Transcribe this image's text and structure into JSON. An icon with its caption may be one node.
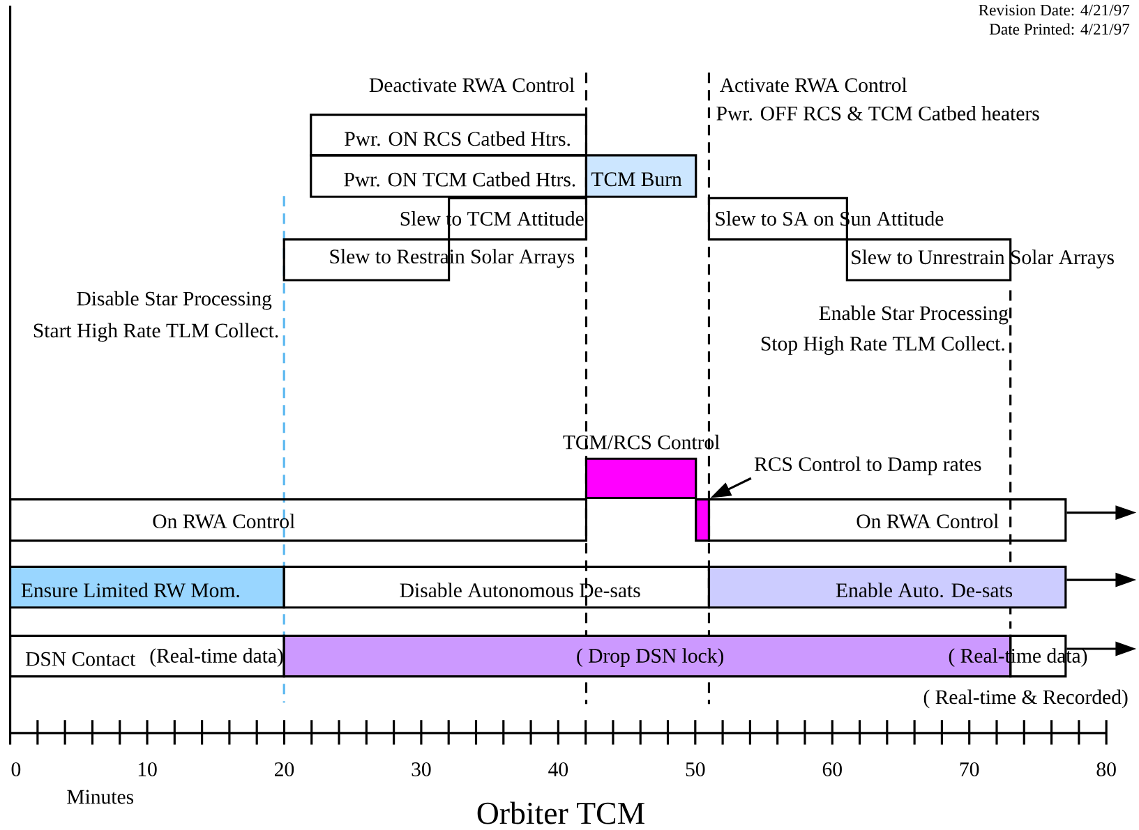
{
  "diagram": {
    "title": "Orbiter TCM",
    "nodes": [
      {
        "text": [
          "Pwr. ON RCS Catbed Htrs."
        ]
      },
      {
        "text": [
          "Pwr. ON TCM Catbed Htrs."
        ]
      },
      {
        "text": [
          "TCM Burn"
        ]
      },
      {
        "text": [
          "Slew to TCM Attitude"
        ]
      },
      {
        "text": [
          "Slew to Restrain Solar Arrays"
        ]
      },
      {
        "text": [
          "Slew to SA on Sun Attitude"
        ]
      },
      {
        "text": [
          "Slew to Unrestrain Solar Arrays"
        ]
      },
      {
        "text": [
          "TCM/RCS Control"
        ]
      },
      {
        "text": [],
        "shape": "box"
      },
      {
        "text": [
          "RCS Control to Damp rates"
        ]
      },
      {
        "text": [
          "On RWA Control"
        ]
      },
      {
        "text": [
          "On RWA Control"
        ]
      },
      {
        "text": [
          "Ensure Limited RW Mom."
        ]
      },
      {
        "text": [
          "Disable Autonomous De-sats"
        ]
      },
      {
        "text": [
          "Enable Auto. De-sats"
        ]
      },
      {
        "text": [
          "DSN Contact",
          "(Real-time data)"
        ]
      },
      {
        "text": [
          "( Drop DSN lock)"
        ]
      },
      {
        "text": [
          "( Real-time data)"
        ]
      }
    ],
    "edges": [
      {
        "from": 9,
        "to": 8,
        "arrow": "to"
      },
      {
        "from": 11,
        "to": null,
        "arrow": "to"
      },
      {
        "from": 14,
        "to": null,
        "arrow": "to"
      },
      {
        "from": 17,
        "to": null,
        "arrow": "to"
      }
    ],
    "labels": [
      "Revision Date: 4/21/97",
      "Date Printed: 4/21/97",
      "Deactivate RWA Control",
      "Activate RWA Control",
      "Pwr. OFF RCS & TCM Catbed heaters",
      "Disable Star Processing",
      "Start High Rate TLM Collect.",
      "Enable Star Processing",
      "Stop High Rate TLM Collect.",
      "( Real-time & Recorded)",
      "0",
      "10",
      "20",
      "30",
      "40",
      "50",
      "60",
      "70",
      "80",
      "Minutes"
    ]
  }
}
